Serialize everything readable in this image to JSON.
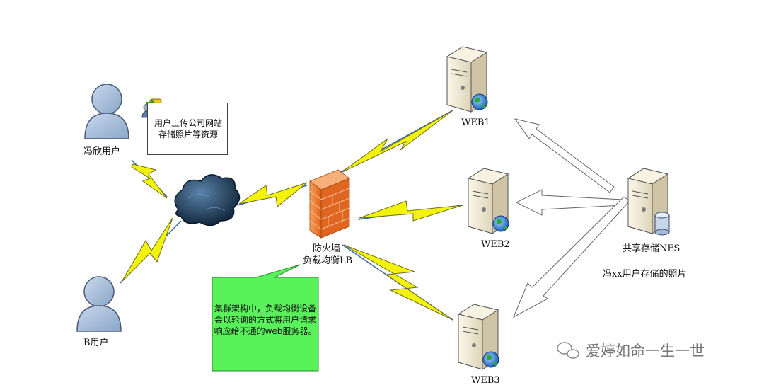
{
  "nodes": {
    "user_a": "冯欣用户",
    "user_b": "B用户",
    "firewall_line1": "防火墙",
    "firewall_line2": "负载均衡LB",
    "web1": "WEB1",
    "web2": "WEB2",
    "web3": "WEB3",
    "nfs": "共享存储NFS"
  },
  "notes": {
    "upload": "用户上传公司网站存储照片等资源",
    "nfs_caption": "冯xx用户存储的照片",
    "cluster": "集群架构中，负载均衡设备会以轮询的方式将用户请求响应给不通的web服务器。"
  },
  "watermark": "爱婷如命一生一世",
  "colors": {
    "lightning": "#f2f20a",
    "note_green": "#5af25a",
    "user_fill": "#a9c0dc",
    "firewall": "#f07a2a",
    "cloud": "#1d3a57",
    "server_body": "#f2ecd9"
  }
}
